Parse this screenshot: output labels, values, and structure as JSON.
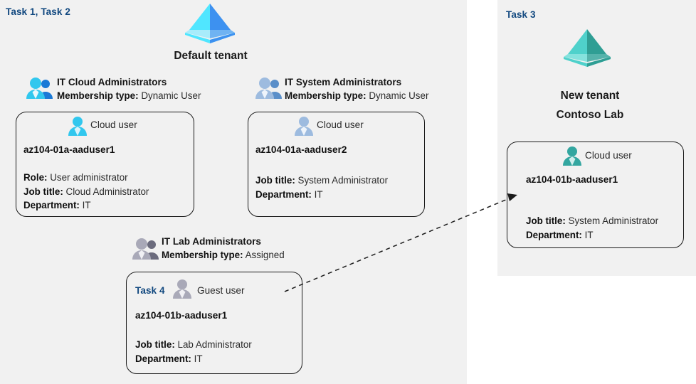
{
  "colors": {
    "panel_bg": "#f1f1f1",
    "page_bg": "#ffffff",
    "task_label": "#11487f",
    "card_border": "#1b1b1b",
    "tenant_blue_light": "#50e6ff",
    "tenant_blue_dark": "#3d91f0",
    "tenant_teal_light": "#4fd1cb",
    "tenant_teal_dark": "#2f9e94",
    "user_cyan": "#31c7ee",
    "user_steel": "#8fb3dc",
    "user_gray": "#9b9bab",
    "user_teal": "#33a6a0",
    "arrow": "#1b1b1b"
  },
  "left_panel": {
    "task_label": "Task 1, Task 2",
    "tenant": {
      "icon": "azure-ad-pyramid-icon",
      "title": "Default tenant"
    },
    "groups": [
      {
        "icon": "group-users-icon",
        "name": "IT Cloud Administrators",
        "meta_label": "Membership type:",
        "meta_value": "Dynamic User",
        "card": {
          "user_icon": "cloud-user-icon",
          "user_type": "Cloud user",
          "user_name": "az104-01a-aaduser1",
          "fields": [
            {
              "label": "Role:",
              "value": "User administrator"
            },
            {
              "label": "Job title:",
              "value": "Cloud Administrator"
            },
            {
              "label": "Department:",
              "value": "IT"
            }
          ]
        }
      },
      {
        "icon": "group-users-icon",
        "name": "IT System Administrators",
        "meta_label": "Membership type:",
        "meta_value": "Dynamic User",
        "card": {
          "user_icon": "cloud-user-icon",
          "user_type": "Cloud user",
          "user_name": "az104-01a-aaduser2",
          "fields": [
            {
              "label": "Job title:",
              "value": "System Administrator"
            },
            {
              "label": "Department:",
              "value": "IT"
            }
          ]
        }
      },
      {
        "icon": "group-users-icon",
        "name": "IT Lab Administrators",
        "meta_label": "Membership type:",
        "meta_value": "Assigned",
        "card": {
          "task_label": "Task 4",
          "user_icon": "guest-user-icon",
          "user_type": "Guest user",
          "user_name": "az104-01b-aaduser1",
          "fields": [
            {
              "label": "Job title:",
              "value": "Lab Administrator"
            },
            {
              "label": "Department:",
              "value": "IT"
            }
          ]
        }
      }
    ]
  },
  "right_panel": {
    "task_label": "Task 3",
    "tenant": {
      "icon": "azure-ad-pyramid-icon",
      "title_line1": "New  tenant",
      "title_line2": "Contoso Lab"
    },
    "card": {
      "user_icon": "cloud-user-icon",
      "user_type": "Cloud user",
      "user_name": "az104-01b-aaduser1",
      "fields": [
        {
          "label": "Job title:",
          "value": "System Administrator"
        },
        {
          "label": "Department:",
          "value": "IT"
        }
      ]
    }
  },
  "connector": {
    "name": "guest-user-invite-arrow",
    "style": "dashed-arrow"
  }
}
